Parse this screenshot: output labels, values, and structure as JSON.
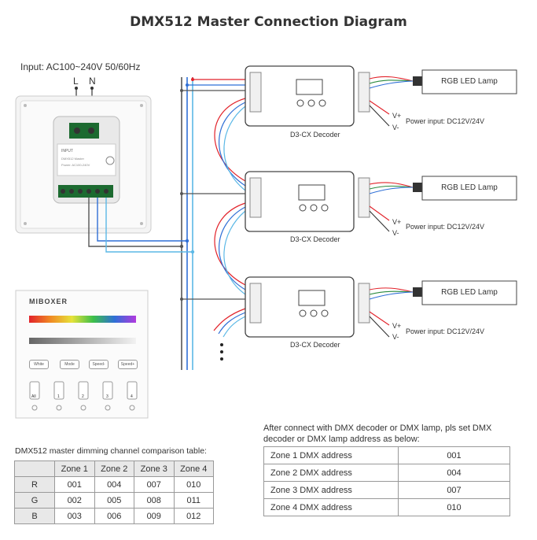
{
  "title": "DMX512 Master Connection Diagram",
  "input_label": "Input: AC100~240V 50/60Hz",
  "terminals": {
    "L": "L",
    "N": "N"
  },
  "master_panel": {
    "brand": "MIBOXER",
    "buttons": [
      "White",
      "Mode",
      "Speed-",
      "Speed+"
    ],
    "zones": [
      "All",
      "1",
      "2",
      "3",
      "4"
    ]
  },
  "decoders": [
    {
      "name": "D3-CX Decoder",
      "lamp": "RGB LED Lamp",
      "power": "Power input: DC12V/24V"
    },
    {
      "name": "D3-CX Decoder",
      "lamp": "RGB LED Lamp",
      "power": "Power input: DC12V/24V"
    },
    {
      "name": "D3-CX Decoder",
      "lamp": "RGB LED Lamp",
      "power": "Power input: DC12V/24V"
    }
  ],
  "v_plus": "V+",
  "v_minus": "V-",
  "channel_table": {
    "caption": "DMX512 master dimming channel comparison table:",
    "headers": [
      "",
      "Zone 1",
      "Zone 2",
      "Zone 3",
      "Zone 4"
    ],
    "rows": [
      [
        "R",
        "001",
        "004",
        "007",
        "010"
      ],
      [
        "G",
        "002",
        "005",
        "008",
        "011"
      ],
      [
        "B",
        "003",
        "006",
        "009",
        "012"
      ]
    ]
  },
  "address_note": "After connect with DMX decoder or DMX lamp, pls set DMX decoder or DMX lamp address as below:",
  "address_table": [
    [
      "Zone 1 DMX address",
      "001"
    ],
    [
      "Zone 2 DMX address",
      "004"
    ],
    [
      "Zone 3 DMX address",
      "007"
    ],
    [
      "Zone 4 DMX address",
      "010"
    ]
  ],
  "colors": {
    "red": "#e2222a",
    "blue": "#2f6fd6",
    "cyan": "#5bb8e6",
    "gray": "#555555",
    "green": "#2a8a3e"
  }
}
